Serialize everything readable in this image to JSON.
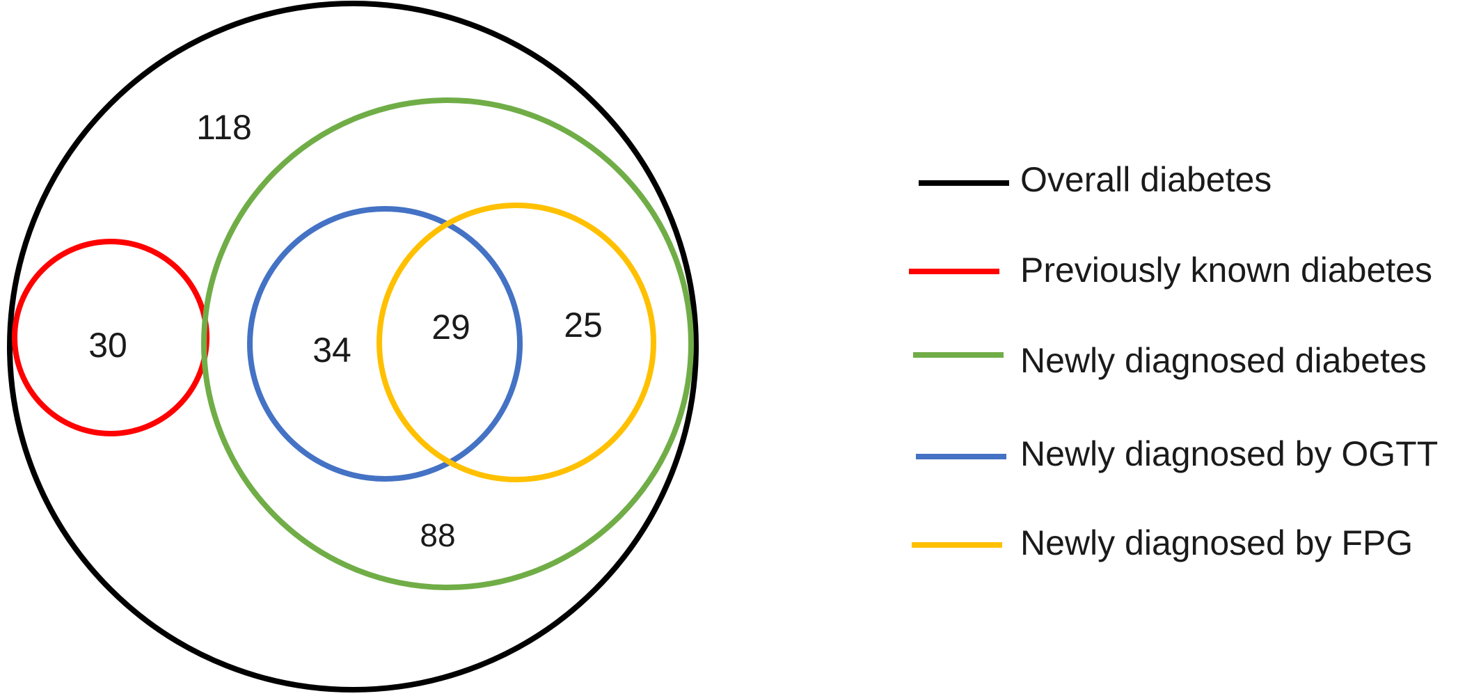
{
  "sets": [
    {
      "id": "overall",
      "label": "Overall diabetes",
      "color": "#000000"
    },
    {
      "id": "known",
      "label": "Previously known diabetes",
      "color": "#ff0000"
    },
    {
      "id": "newly",
      "label": "Newly diagnosed diabetes",
      "color": "#70ad47"
    },
    {
      "id": "ogtt",
      "label": "Newly diagnosed by OGTT",
      "color": "#4472c4"
    },
    {
      "id": "fpg",
      "label": "Newly diagnosed by FPG",
      "color": "#ffc000"
    }
  ],
  "counts": {
    "overall": "118",
    "known": "30",
    "ogtt_only": "34",
    "ogtt_and_fpg": "29",
    "fpg_only": "25",
    "newly": "88"
  }
}
